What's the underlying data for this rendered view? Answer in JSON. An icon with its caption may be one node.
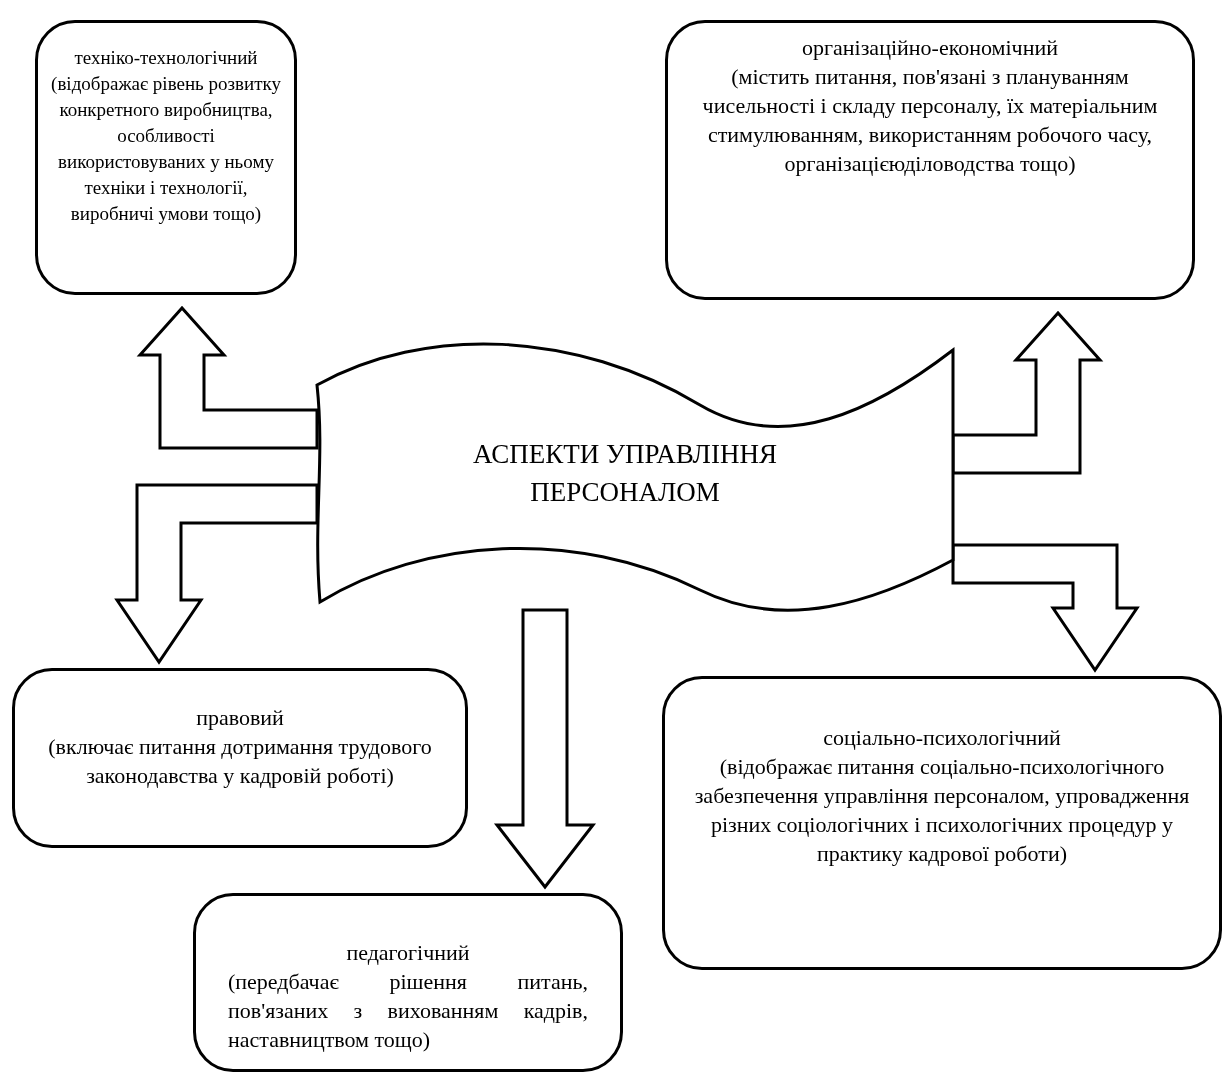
{
  "diagram": {
    "nodes": [
      {
        "text": [
          "АСПЕКТИ УПРАВЛІННЯ ПЕРСОНАЛОМ"
        ]
      },
      {
        "text": [
          "техніко-технологічний",
          "(відображає рівень розвитку конкретного виробництва, особливості використовуваних у ньому техніки і технології, виробничі умови тощо)"
        ]
      },
      {
        "text": [
          "організаційно-економічний",
          "(містить питання, пов'язані з плануванням чисельності і складу персоналу, їх матеріальним стимулюванням, використанням робочого часу, організацієюділоводства тощо)"
        ]
      },
      {
        "text": [
          "правовий",
          "(включає питання дотримання трудового законодавства у кадровій роботі)"
        ]
      },
      {
        "text": [
          "педагогічний",
          "(передбачає рішення питань, пов'язаних з вихованням кадрів, наставництвом тощо)"
        ]
      },
      {
        "text": [
          "соціально-психологічний",
          "(відображає питання соціально-психологічного забезпечення управління персоналом, упровадження різних соціологічних і психологічних процедур у практику кадрової роботи)"
        ]
      }
    ],
    "edges": [
      {
        "from": 0,
        "to": 1,
        "arrow": "to"
      },
      {
        "from": 0,
        "to": 2,
        "arrow": "to"
      },
      {
        "from": 0,
        "to": 3,
        "arrow": "to"
      },
      {
        "from": 0,
        "to": 4,
        "arrow": "to"
      },
      {
        "from": 0,
        "to": 5,
        "arrow": "to"
      }
    ]
  }
}
